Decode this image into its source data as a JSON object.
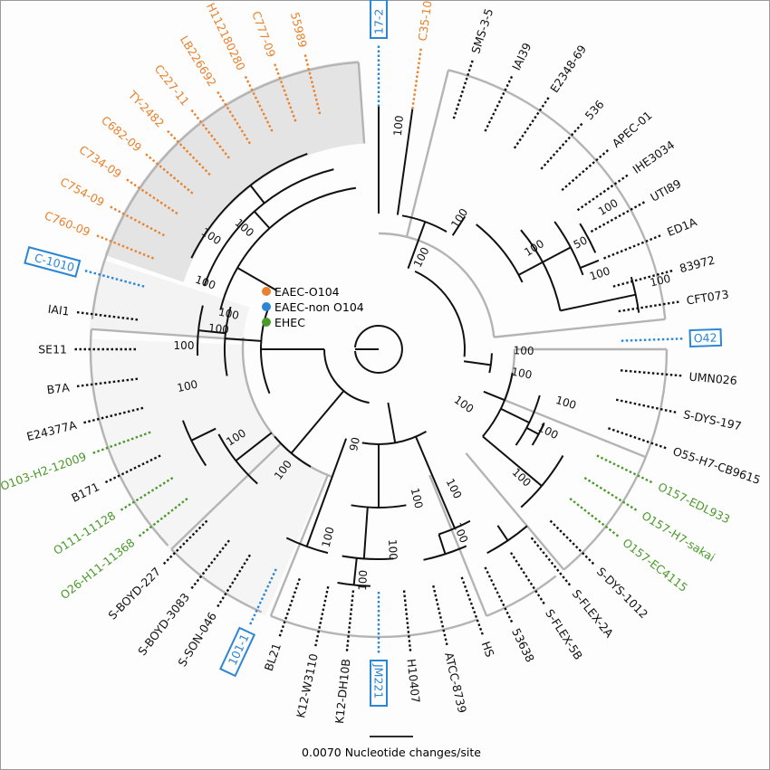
{
  "colors": {
    "eaec_o104": "#e8822e",
    "eaec_non_o104": "#2b86d6",
    "ehec": "#4a9a2a",
    "default": "#111111",
    "shade": "#e4e4e4",
    "ring": "#b4b4b4"
  },
  "legend": [
    {
      "label": "EAEC-O104",
      "group": "eaec_o104"
    },
    {
      "label": "EAEC-non O104",
      "group": "eaec_non_o104"
    },
    {
      "label": "EHEC",
      "group": "ehec"
    }
  ],
  "scale_bar": {
    "label": "0.0070 Nucleotide changes/site"
  },
  "tips": [
    {
      "label": "17-2",
      "angle": -90,
      "group": "eaec_non_o104",
      "boxed": true
    },
    {
      "label": "C35-10",
      "angle": -82,
      "group": "eaec_o104"
    },
    {
      "label": "SMS-3-5",
      "angle": -72,
      "group": "default"
    },
    {
      "label": "IAI39",
      "angle": -64,
      "group": "default"
    },
    {
      "label": "E2348-69",
      "angle": -56,
      "group": "default"
    },
    {
      "label": "536",
      "angle": -48,
      "group": "default"
    },
    {
      "label": "APEC-01",
      "angle": -41,
      "group": "default"
    },
    {
      "label": "IHE3034",
      "angle": -35,
      "group": "default"
    },
    {
      "label": "UTI89",
      "angle": -29,
      "group": "default"
    },
    {
      "label": "ED1A",
      "angle": -22,
      "group": "default"
    },
    {
      "label": "83972",
      "angle": -15,
      "group": "default"
    },
    {
      "label": "CFT073",
      "angle": -9,
      "group": "default"
    },
    {
      "label": "O42",
      "angle": -2,
      "group": "eaec_non_o104",
      "boxed": true
    },
    {
      "label": "UMN026",
      "angle": 5,
      "group": "default"
    },
    {
      "label": "S-DYS-197",
      "angle": 12,
      "group": "default"
    },
    {
      "label": "O55-H7-CB9615",
      "angle": 19,
      "group": "default"
    },
    {
      "label": "O157-EDL933",
      "angle": 26,
      "group": "ehec"
    },
    {
      "label": "O157-H7-sakai",
      "angle": 32,
      "group": "ehec"
    },
    {
      "label": "O157-EC4115",
      "angle": 38,
      "group": "ehec"
    },
    {
      "label": "S-DYS-1012",
      "angle": 45,
      "group": "default"
    },
    {
      "label": "S-FLEX-2A",
      "angle": 51,
      "group": "default"
    },
    {
      "label": "S-FLEX-5B",
      "angle": 57,
      "group": "default"
    },
    {
      "label": "53638",
      "angle": 64,
      "group": "default"
    },
    {
      "label": "HS",
      "angle": 70,
      "group": "default"
    },
    {
      "label": "ATCC-8739",
      "angle": 77,
      "group": "default"
    },
    {
      "label": "H10407",
      "angle": 84,
      "group": "default"
    },
    {
      "label": "JM221",
      "angle": 90,
      "group": "eaec_non_o104",
      "boxed": true
    },
    {
      "label": "K12-DH10B",
      "angle": 96,
      "group": "default"
    },
    {
      "label": "K12-W3110",
      "angle": 102,
      "group": "default"
    },
    {
      "label": "BL21",
      "angle": 109,
      "group": "default"
    },
    {
      "label": "101-1",
      "angle": 115,
      "group": "eaec_non_o104",
      "boxed": true
    },
    {
      "label": "S-SON-046",
      "angle": 122,
      "group": "default"
    },
    {
      "label": "S-BOYD-3083",
      "angle": 128,
      "group": "default"
    },
    {
      "label": "S-BOYD-227",
      "angle": 135,
      "group": "default"
    },
    {
      "label": "O26-H11-11368",
      "angle": 142,
      "group": "ehec"
    },
    {
      "label": "O111-11128",
      "angle": 148,
      "group": "ehec"
    },
    {
      "label": "B171",
      "angle": 154,
      "group": "default"
    },
    {
      "label": "O103-H2-12009",
      "angle": 160,
      "group": "ehec"
    },
    {
      "label": "E24377A",
      "angle": 166,
      "group": "default"
    },
    {
      "label": "B7A",
      "angle": 173,
      "group": "default"
    },
    {
      "label": "SE11",
      "angle": 180,
      "group": "default"
    },
    {
      "label": "IAI1",
      "angle": 187,
      "group": "default"
    },
    {
      "label": "C-1010",
      "angle": 195,
      "group": "eaec_non_o104",
      "boxed": true
    },
    {
      "label": "C760-09",
      "angle": 202,
      "group": "eaec_o104"
    },
    {
      "label": "C754-09",
      "angle": 208,
      "group": "eaec_o104"
    },
    {
      "label": "C734-09",
      "angle": 214,
      "group": "eaec_o104"
    },
    {
      "label": "C682-09",
      "angle": 220,
      "group": "eaec_o104"
    },
    {
      "label": "TY-2482",
      "angle": 226,
      "group": "eaec_o104"
    },
    {
      "label": "C227-11",
      "angle": 232,
      "group": "eaec_o104"
    },
    {
      "label": "LB226692",
      "angle": 238,
      "group": "eaec_o104"
    },
    {
      "label": "H112180280",
      "angle": 244,
      "group": "eaec_o104"
    },
    {
      "label": "C777-09",
      "angle": 250,
      "group": "eaec_o104"
    },
    {
      "label": "55989",
      "angle": 256,
      "group": "eaec_o104"
    }
  ],
  "bootstrap_labels": [
    {
      "text": "100",
      "angle": -84,
      "r": 248
    },
    {
      "text": "100",
      "angle": -57,
      "r": 170
    },
    {
      "text": "100",
      "angle": -63,
      "r": 112
    },
    {
      "text": "100",
      "angle": -32,
      "r": 205
    },
    {
      "text": "50",
      "angle": -27,
      "r": 252
    },
    {
      "text": "100",
      "angle": -31,
      "r": 298
    },
    {
      "text": "100",
      "angle": -18,
      "r": 258
    },
    {
      "text": "100",
      "angle": -13,
      "r": 320
    },
    {
      "text": "100",
      "angle": 2,
      "r": 160
    },
    {
      "text": "100",
      "angle": 11,
      "r": 160
    },
    {
      "text": "100",
      "angle": 17,
      "r": 215
    },
    {
      "text": "100",
      "angle": 27,
      "r": 208
    },
    {
      "text": "100",
      "angle": 35,
      "r": 112
    },
    {
      "text": "100",
      "angle": 43,
      "r": 212
    },
    {
      "text": "100",
      "angle": 63,
      "r": 175
    },
    {
      "text": "100",
      "angle": 67,
      "r": 222
    },
    {
      "text": "100",
      "angle": 77,
      "r": 170
    },
    {
      "text": "100",
      "angle": 87,
      "r": 222
    },
    {
      "text": "100",
      "angle": 93,
      "r": 256
    },
    {
      "text": "100",
      "angle": 104,
      "r": 215
    },
    {
      "text": "90",
      "angle": 102,
      "r": 108
    },
    {
      "text": "100",
      "angle": 127,
      "r": 170
    },
    {
      "text": "100",
      "angle": 147,
      "r": 185
    },
    {
      "text": "100",
      "angle": 168,
      "r": 215
    },
    {
      "text": "100",
      "angle": 180,
      "r": 215
    },
    {
      "text": "100",
      "angle": 186,
      "r": 178
    },
    {
      "text": "100",
      "angle": 192,
      "r": 170
    },
    {
      "text": "100",
      "angle": 200,
      "r": 205
    },
    {
      "text": "100",
      "angle": 221,
      "r": 200
    },
    {
      "text": "100",
      "angle": 213,
      "r": 223
    }
  ]
}
